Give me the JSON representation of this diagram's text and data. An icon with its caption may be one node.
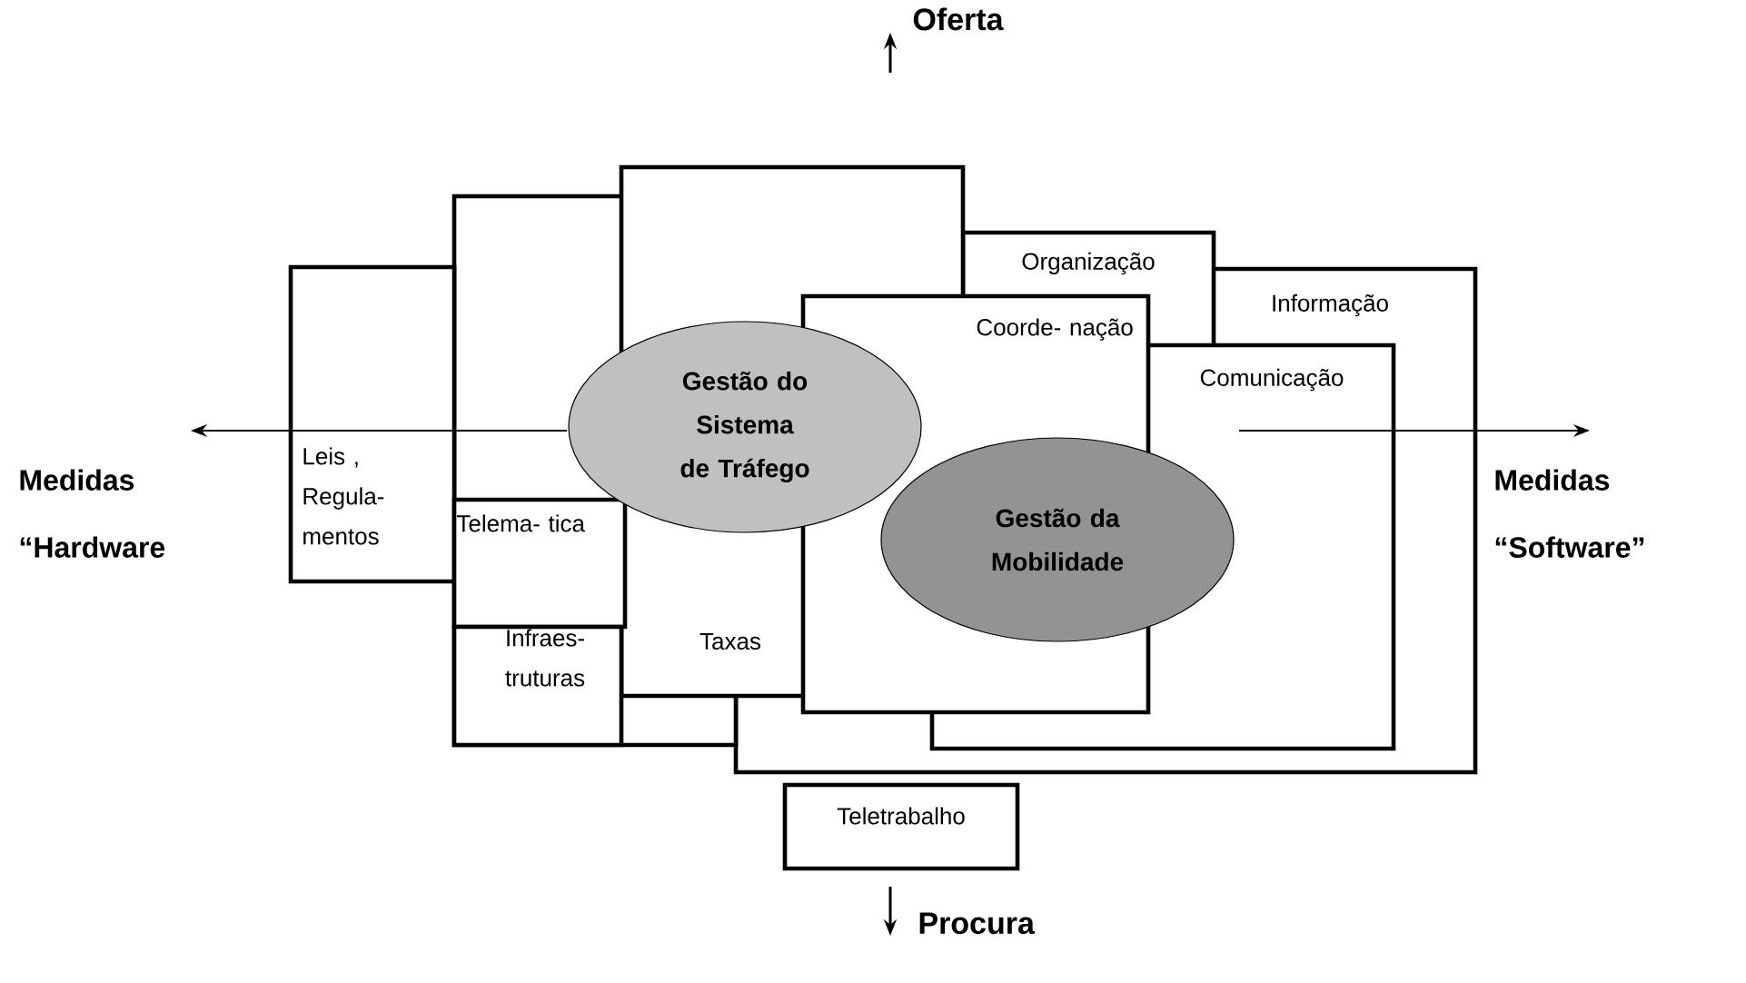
{
  "diagram": {
    "nodes": [
      {
        "text": [
          "Gestão do Sistema de Tráfego"
        ]
      },
      {
        "text": [
          "Gestão da Mobilidade"
        ]
      }
    ],
    "labels": [
      "Oferta",
      "Organização",
      "Informação",
      "Coorde- nação",
      "Comunicação",
      "Medidas “Hardware",
      "Leis , Regula- mentos",
      "Medidas “Software”",
      "Telema- tica",
      "Infraes- truturas",
      "Taxas",
      "Teletrabalho",
      "Procura"
    ]
  }
}
